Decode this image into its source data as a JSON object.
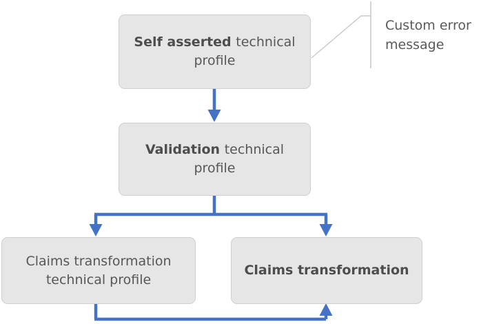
{
  "diagram": {
    "type": "flowchart",
    "background_color": "#ffffff",
    "node_fill_color": "#e6e6e6",
    "node_border_color": "#cfcfcf",
    "node_text_color": "#575757",
    "connector_color": "#4472c4",
    "leader_line_color": "#c6c6c6",
    "callout_text_color": "#595959",
    "nodes": [
      {
        "id": "self-asserted-technical-profile",
        "bold_text": "Self asserted ",
        "normal_text": "technical profile",
        "full_text": "Self asserted technical profile"
      },
      {
        "id": "validation-technical-profile",
        "bold_text": "Validation ",
        "normal_text": "technical profile",
        "full_text": "Validation technical profile"
      },
      {
        "id": "claims-transformation-technical-profile",
        "bold_text": "",
        "normal_text": "Claims transformation technical profile",
        "full_text": "Claims transformation technical profile"
      },
      {
        "id": "claims-transformation",
        "bold_text": "Claims transformation",
        "normal_text": "",
        "full_text": "Claims transformation"
      }
    ],
    "callout": {
      "label": "Custom error message",
      "points_to": "self-asserted-technical-profile"
    },
    "connectors": [
      {
        "id": "self-asserted-to-validation",
        "from": "self-asserted-technical-profile",
        "to": "validation-technical-profile",
        "arrow": "down"
      },
      {
        "id": "validation-branch-to-claims-transformation-tp",
        "from": "validation-technical-profile",
        "to": "claims-transformation-technical-profile",
        "arrow": "down"
      },
      {
        "id": "validation-branch-to-claims-transformation",
        "from": "validation-technical-profile",
        "to": "claims-transformation",
        "arrow": "down"
      },
      {
        "id": "claims-transformation-tp-to-claims-transformation",
        "from": "claims-transformation-technical-profile",
        "to": "claims-transformation",
        "arrow": "up"
      }
    ]
  }
}
